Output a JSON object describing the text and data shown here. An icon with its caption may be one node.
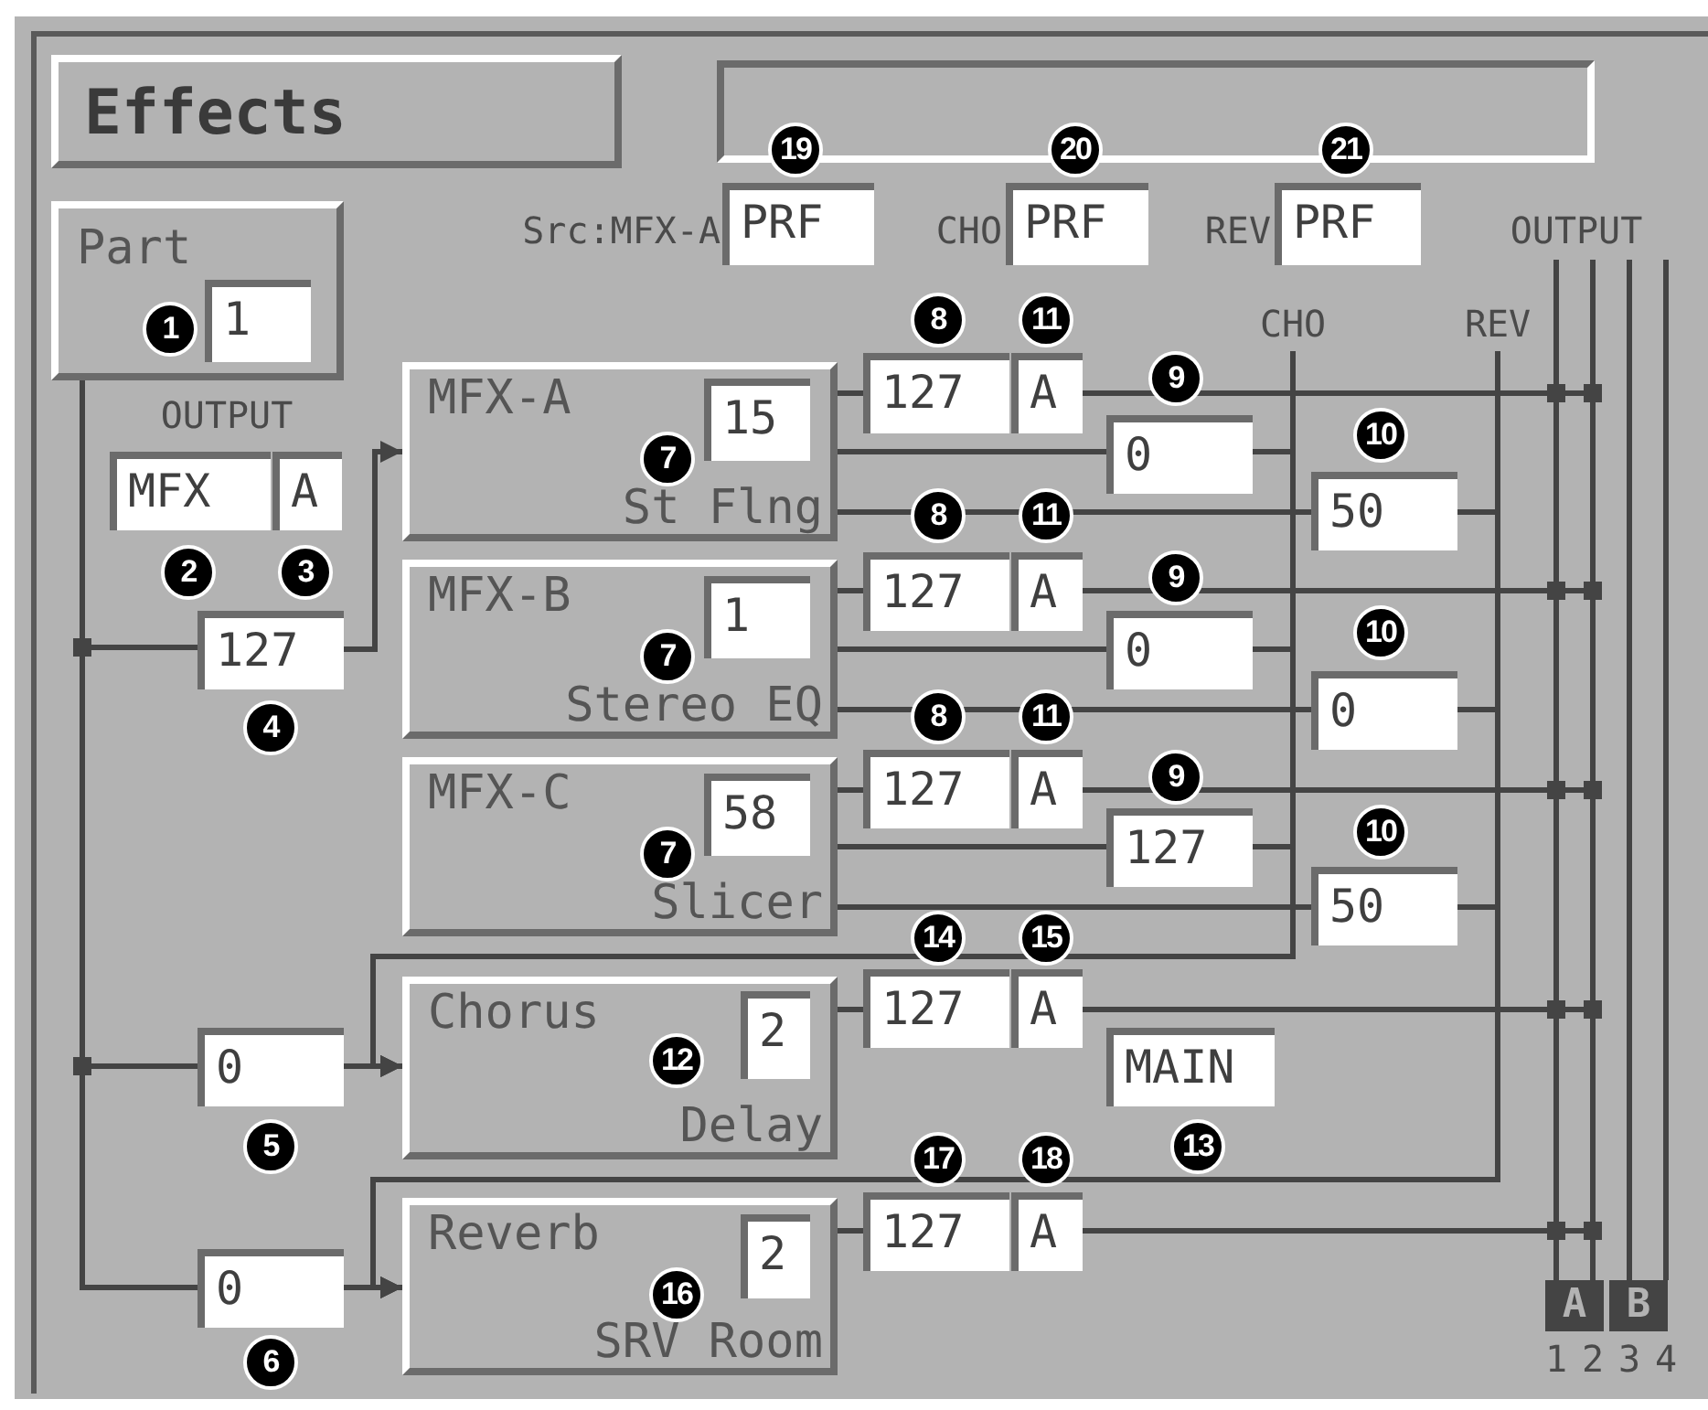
{
  "diagram": {
    "nodes": [
      {
        "text": [
          "Effects"
        ]
      },
      {
        "text": [],
        "shape": "box"
      },
      {
        "text": [
          "Part"
        ]
      },
      {
        "text": [
          "1"
        ],
        "in": 2
      },
      {
        "text": [
          "MFX"
        ]
      },
      {
        "text": [
          "A"
        ]
      },
      {
        "text": [
          "127"
        ]
      },
      {
        "text": [
          "MFX-A",
          "St Flng"
        ]
      },
      {
        "text": [
          "15"
        ],
        "in": 7
      },
      {
        "text": [
          "MFX-B",
          "Stereo EQ"
        ]
      },
      {
        "text": [
          "1"
        ],
        "in": 9
      },
      {
        "text": [
          "MFX-C",
          "Slicer"
        ]
      },
      {
        "text": [
          "58"
        ],
        "in": 11
      },
      {
        "text": [
          "Chorus",
          "Delay"
        ]
      },
      {
        "text": [
          "2"
        ],
        "in": 13
      },
      {
        "text": [
          "Reverb",
          "SRV Room"
        ]
      },
      {
        "text": [
          "2"
        ],
        "in": 15
      },
      {
        "text": [
          "0"
        ]
      },
      {
        "text": [
          "0"
        ]
      },
      {
        "text": [
          "PRF"
        ]
      },
      {
        "text": [
          "PRF"
        ]
      },
      {
        "text": [
          "PRF"
        ]
      },
      {
        "text": [
          "127"
        ]
      },
      {
        "text": [
          "A"
        ]
      },
      {
        "text": [
          "0"
        ]
      },
      {
        "text": [
          "50"
        ]
      },
      {
        "text": [
          "127"
        ]
      },
      {
        "text": [
          "A"
        ]
      },
      {
        "text": [
          "0"
        ]
      },
      {
        "text": [
          "0"
        ]
      },
      {
        "text": [
          "127"
        ]
      },
      {
        "text": [
          "A"
        ]
      },
      {
        "text": [
          "127"
        ]
      },
      {
        "text": [
          "50"
        ]
      },
      {
        "text": [
          "127"
        ]
      },
      {
        "text": [
          "A"
        ]
      },
      {
        "text": [
          "MAIN"
        ]
      },
      {
        "text": [
          "127"
        ]
      },
      {
        "text": [
          "A"
        ]
      },
      {
        "text": [
          "A"
        ]
      },
      {
        "text": [
          "B"
        ]
      }
    ],
    "edges": [
      {
        "from": 2,
        "to": 6,
        "arrow": "none"
      },
      {
        "from": 2,
        "to": 17,
        "arrow": "none"
      },
      {
        "from": 2,
        "to": 18,
        "arrow": "none"
      },
      {
        "from": 6,
        "to": 7,
        "arrow": "to"
      },
      {
        "from": 17,
        "to": 13,
        "arrow": "none"
      },
      {
        "from": 18,
        "to": 15,
        "arrow": "none"
      },
      {
        "from": 7,
        "to": 22,
        "arrow": "none"
      },
      {
        "from": 7,
        "to": 24,
        "arrow": "none"
      },
      {
        "from": 7,
        "to": 25,
        "arrow": "none"
      },
      {
        "from": 9,
        "to": 26,
        "arrow": "none"
      },
      {
        "from": 9,
        "to": 28,
        "arrow": "none"
      },
      {
        "from": 9,
        "to": 29,
        "arrow": "none"
      },
      {
        "from": 11,
        "to": 30,
        "arrow": "none"
      },
      {
        "from": 11,
        "to": 32,
        "arrow": "none"
      },
      {
        "from": 11,
        "to": 33,
        "arrow": "none"
      },
      {
        "from": 13,
        "to": 34,
        "arrow": "none"
      },
      {
        "from": 15,
        "to": 37,
        "arrow": "none"
      },
      {
        "from": 24,
        "to": 13,
        "arrow": "to"
      },
      {
        "from": 28,
        "to": 13,
        "arrow": "to"
      },
      {
        "from": 32,
        "to": 13,
        "arrow": "to"
      },
      {
        "from": 25,
        "to": 15,
        "arrow": "to"
      },
      {
        "from": 29,
        "to": 15,
        "arrow": "to"
      },
      {
        "from": 33,
        "to": 15,
        "arrow": "to"
      },
      {
        "from": 23,
        "to": 39,
        "arrow": "none"
      },
      {
        "from": 27,
        "to": 39,
        "arrow": "none"
      },
      {
        "from": 31,
        "to": 39,
        "arrow": "none"
      },
      {
        "from": 35,
        "to": 39,
        "arrow": "none"
      },
      {
        "from": 38,
        "to": 39,
        "arrow": "none"
      }
    ],
    "labels": [
      "19",
      "20",
      "21",
      "Src:MFX-A",
      "CHO",
      "REV",
      "OUTPUT",
      "1",
      "8",
      "11",
      "CHO",
      "REV",
      "9",
      "OUTPUT",
      "10",
      "7",
      "8",
      "11",
      "2",
      "3",
      "9",
      "10",
      "7",
      "4",
      "8",
      "11",
      "9",
      "10",
      "7",
      "14",
      "15",
      "12",
      "5",
      "13",
      "17",
      "18",
      "16",
      "6",
      "1",
      "2",
      "3",
      "4"
    ]
  }
}
